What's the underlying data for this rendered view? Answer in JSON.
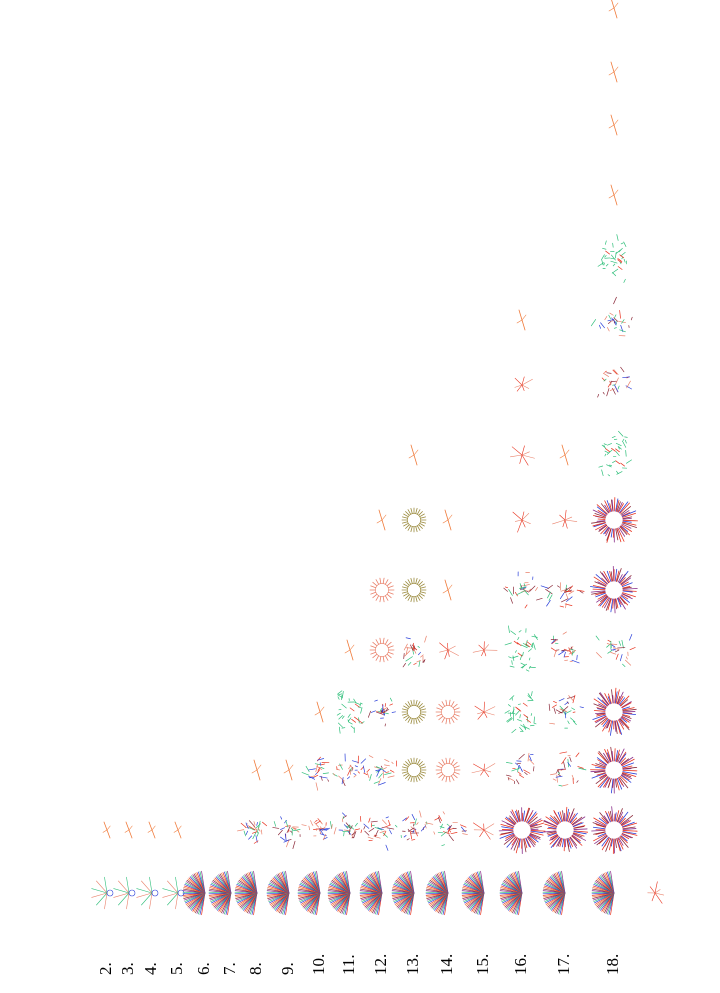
{
  "figure": {
    "row_labels": [
      "2.",
      "3.",
      "4.",
      "5.",
      "6.",
      "7.",
      "8.",
      "9.",
      "10.",
      "11.",
      "12.",
      "13.",
      "14.",
      "15.",
      "16.",
      "17.",
      "18."
    ]
  },
  "palette": {
    "red": "#e8321e",
    "orange": "#f07a3a",
    "salmon": "#e9806a",
    "blue": "#2a3fd9",
    "green": "#2fbf7a",
    "purple": "#8a2f8a",
    "maroon": "#8b2a3a",
    "olive": "#9a8a3c",
    "gray": "#7a7a7a"
  },
  "row_glyphs": [
    [
      "fan-small",
      "spike"
    ],
    [
      "fan-small",
      "spike"
    ],
    [
      "fan-small",
      "spike"
    ],
    [
      "fan-small",
      "spike"
    ],
    [
      "fan-dense"
    ],
    [
      "fan-dense"
    ],
    [
      "fan-dense",
      "cluster",
      "spike"
    ],
    [
      "fan-dense",
      "cluster",
      "spike"
    ],
    [
      "fan-dense",
      "cluster",
      "cluster",
      "spike"
    ],
    [
      "fan-dense",
      "cluster",
      "cluster",
      "tree-green",
      "spike"
    ],
    [
      "fan-dense",
      "cluster",
      "cluster",
      "cluster",
      "ring-salmon",
      "ring-salmon",
      "spike"
    ],
    [
      "fan-dense",
      "cluster",
      "ring-olive",
      "ring-olive",
      "cluster",
      "ring-olive",
      "ring-olive",
      "spike"
    ],
    [
      "fan-dense",
      "cluster",
      "ring-salmon",
      "ring-salmon",
      "star",
      "spike",
      "spike"
    ],
    [
      "fan-dense",
      "star",
      "star",
      "star",
      "star"
    ],
    [
      "fan-dense",
      "ring-big",
      "cluster",
      "tree-green",
      "tree-green",
      "cluster",
      "star",
      "star",
      "star",
      "spike"
    ],
    [
      "fan-dense",
      "ring-big",
      "cluster",
      "cluster",
      "cluster",
      "cluster",
      "star",
      "spike"
    ],
    [
      "fan-dense",
      "ring-big",
      "ring-big",
      "ring-big",
      "cluster",
      "ring-big",
      "ring-big",
      "tree-green",
      "cluster",
      "cluster",
      "tree-green",
      "spike",
      "spike",
      "spike",
      "spike"
    ]
  ],
  "extra_glyphs": [
    "star"
  ]
}
